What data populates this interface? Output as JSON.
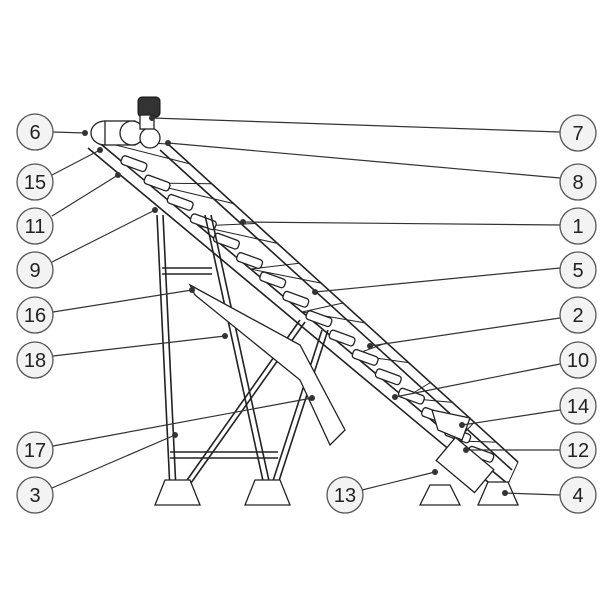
{
  "diagram": {
    "title": "Inclined belt conveyor parts diagram",
    "callouts": {
      "c6": "6",
      "c15": "15",
      "c11": "11",
      "c9": "9",
      "c16": "16",
      "c18": "18",
      "c17": "17",
      "c3": "3",
      "c7": "7",
      "c8": "8",
      "c1": "1",
      "c5": "5",
      "c2": "2",
      "c10": "10",
      "c14": "14",
      "c12": "12",
      "c4": "4",
      "c13": "13"
    }
  }
}
